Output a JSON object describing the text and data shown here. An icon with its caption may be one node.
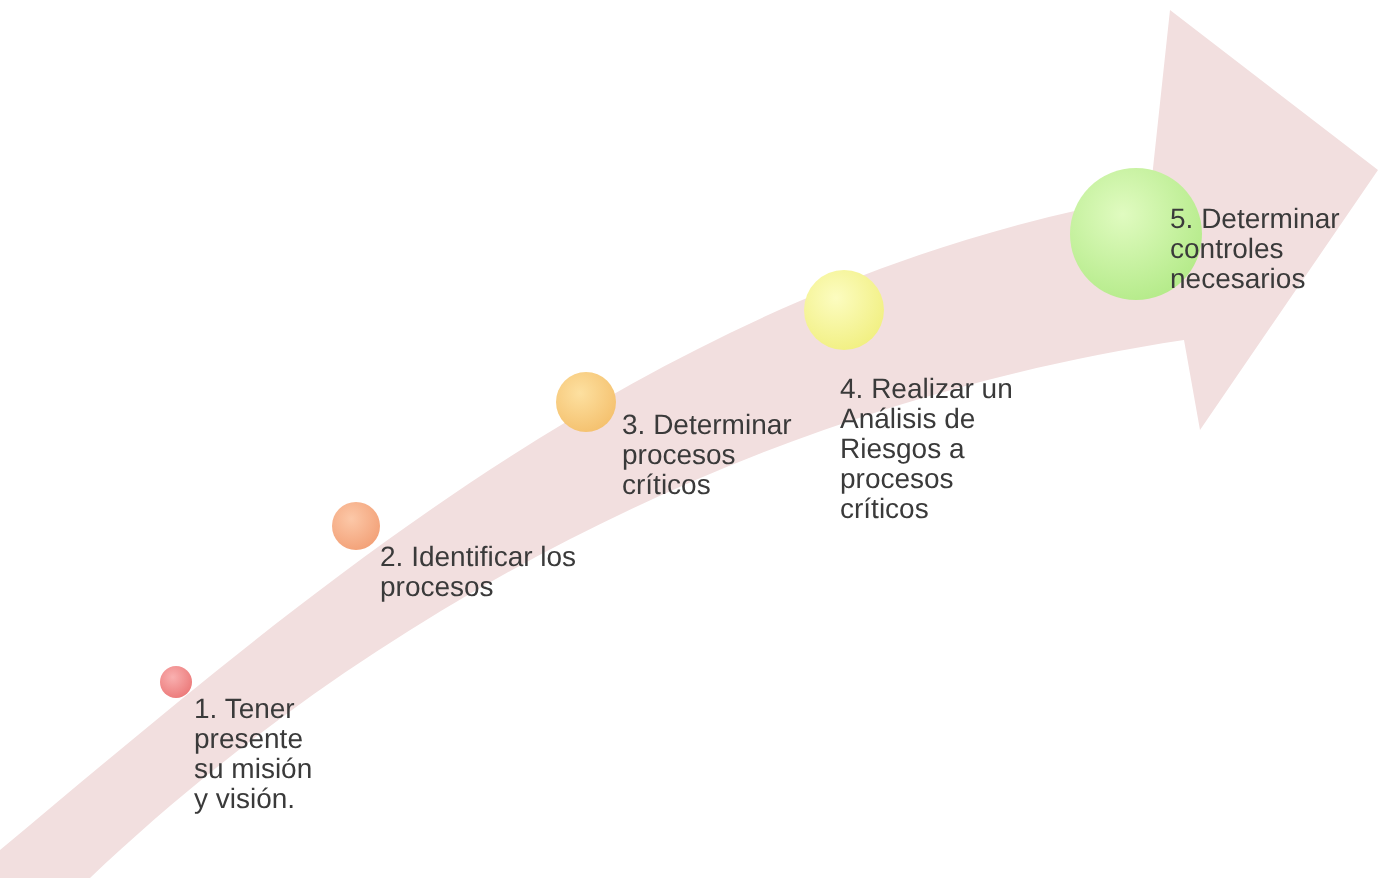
{
  "diagram": {
    "nodes": [
      {
        "text": [],
        "shape": "circle",
        "beside": [
          "1. Tener presente su misión y visión."
        ]
      },
      {
        "text": [],
        "shape": "circle",
        "beside": [
          "2. Identificar los procesos"
        ]
      },
      {
        "text": [],
        "shape": "circle",
        "beside": [
          "3. Determinar procesos críticos"
        ]
      },
      {
        "text": [],
        "shape": "circle",
        "beside": [
          "4. Realizar un Análisis de Riesgos a procesos críticos"
        ]
      },
      {
        "text": [],
        "shape": "circle",
        "beside": [
          "5. Determinar controles necesarios"
        ]
      }
    ]
  }
}
